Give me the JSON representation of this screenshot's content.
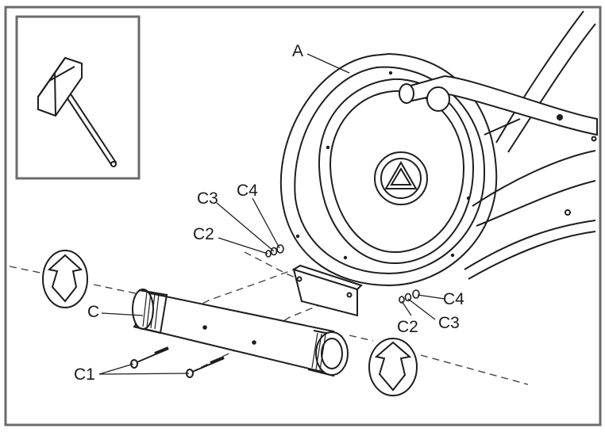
{
  "labels": {
    "a": "A",
    "c": "C",
    "c1": "C1",
    "c2_left": "C2",
    "c3_left": "C3",
    "c4_left": "C4",
    "c2_right": "C2",
    "c3_right": "C3",
    "c4_right": "C4"
  },
  "icons": {
    "inset_tool": "wrench-icon",
    "rotate_left": "rotate-arrows-icon",
    "rotate_right": "rotate-arrows-icon"
  },
  "colors": {
    "frame": "#6b6b6b",
    "line": "#1e1e1e",
    "fill": "#ffffff"
  }
}
